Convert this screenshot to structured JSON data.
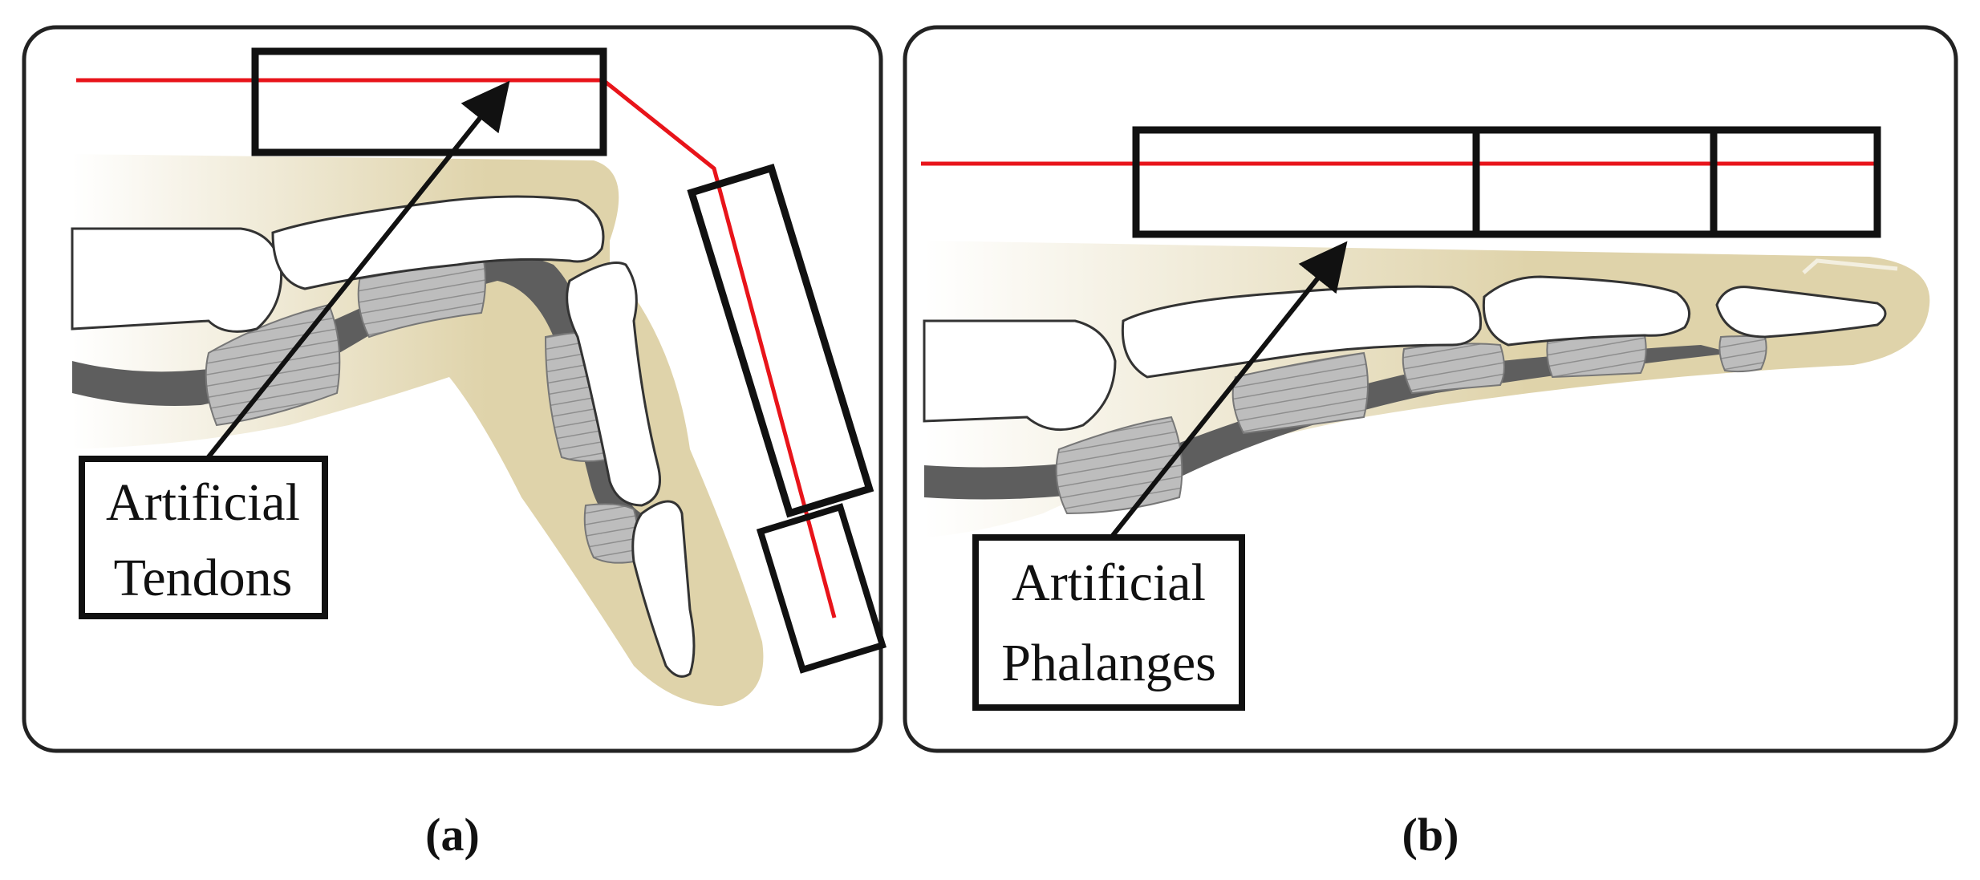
{
  "panel_a": {
    "caption": "(a)",
    "callout": {
      "line1": "Artificial",
      "line2": "Tendons"
    }
  },
  "panel_b": {
    "caption": "(b)",
    "callout": {
      "line1": "Artificial",
      "line2": "Phalanges"
    }
  },
  "colors": {
    "skin": "#dfd3aa",
    "bone": "#ffffff",
    "cartilage": "#b8b8b8",
    "tendon_dark": "#5a5a5a",
    "tendon_line": "#e8141a",
    "outline": "#111111"
  }
}
